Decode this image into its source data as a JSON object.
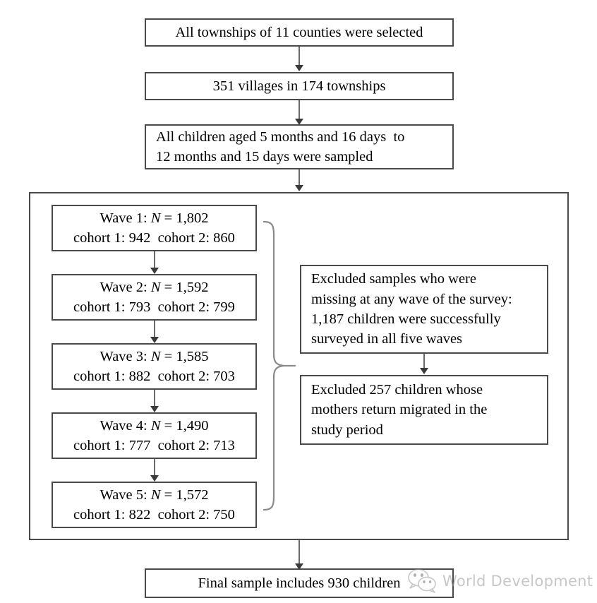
{
  "figure": {
    "type": "flowchart",
    "title": "Sample selection flowchart",
    "orientation": "top-to-bottom"
  },
  "nodes": {
    "townships": {
      "id": "box-townships",
      "lines": [
        "All townships of 11 counties were selected"
      ]
    },
    "villages": {
      "id": "box-villages",
      "lines": [
        "351 villages in 174 townships"
      ]
    },
    "children_sampled": {
      "id": "box-children-sampled",
      "lines": [
        "All children aged 5 months and 16 days  to",
        "12 months and 15 days were sampled"
      ]
    },
    "wave1": {
      "id": "box-wave-1",
      "line1_prefix": "Wave 1: ",
      "line1_symbol": "N",
      "line1_suffix": " = 1,802",
      "line2": "cohort 1: 942  cohort 2: 860",
      "wave": 1,
      "n_total": 1802,
      "cohort_1": 942,
      "cohort_2": 860
    },
    "wave2": {
      "id": "box-wave-2",
      "line1_prefix": "Wave 2: ",
      "line1_symbol": "N",
      "line1_suffix": " = 1,592",
      "line2": "cohort 1: 793  cohort 2: 799",
      "wave": 2,
      "n_total": 1592,
      "cohort_1": 793,
      "cohort_2": 799
    },
    "wave3": {
      "id": "box-wave-3",
      "line1_prefix": "Wave 3: ",
      "line1_symbol": "N",
      "line1_suffix": " = 1,585",
      "line2": "cohort 1: 882  cohort 2: 703",
      "wave": 3,
      "n_total": 1585,
      "cohort_1": 882,
      "cohort_2": 703
    },
    "wave4": {
      "id": "box-wave-4",
      "line1_prefix": "Wave 4: ",
      "line1_symbol": "N",
      "line1_suffix": " = 1,490",
      "line2": "cohort 1: 777  cohort 2: 713",
      "wave": 4,
      "n_total": 1490,
      "cohort_1": 777,
      "cohort_2": 713
    },
    "wave5": {
      "id": "box-wave-5",
      "line1_prefix": "Wave 5: ",
      "line1_symbol": "N",
      "line1_suffix": " = 1,572",
      "line2": "cohort 1: 822  cohort 2: 750",
      "wave": 5,
      "n_total": 1572,
      "cohort_1": 822,
      "cohort_2": 750
    },
    "excluded_missing": {
      "id": "box-excluded-missing",
      "lines": [
        "Excluded samples who were",
        "missing at any wave of the survey:",
        "1,187 children were successfully",
        "surveyed in all five waves"
      ],
      "retained_all_waves": 1187
    },
    "excluded_migrated": {
      "id": "box-excluded-migrated",
      "lines": [
        "Excluded 257 children whose",
        "mothers return migrated in the",
        "study period"
      ],
      "excluded_count": 257
    },
    "final_sample": {
      "id": "box-final-sample",
      "lines": [
        "Final sample includes 930 children"
      ],
      "final_count": 930
    }
  },
  "watermark": {
    "label": "World Development",
    "icon": "wechat-icon",
    "color": "#9a9a9a"
  },
  "style": {
    "border_color": "#4a4a4a",
    "connector_color": "#6a6a6a",
    "arrow_color": "#3a3a3a",
    "background": "#ffffff",
    "text_color": "#000000"
  }
}
